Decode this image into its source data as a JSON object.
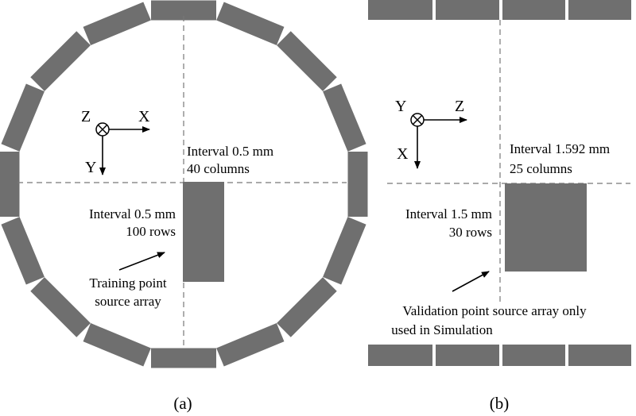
{
  "panel_a": {
    "axes": {
      "out_of_plane": "Z",
      "horizontal": "X",
      "vertical": "Y"
    },
    "col_label": {
      "interval": "Interval 0.5 mm",
      "count": "40 columns"
    },
    "row_label": {
      "interval": "Interval 0.5 mm",
      "count": "100 rows"
    },
    "array_label": {
      "line1": "Training point",
      "line2": "source array"
    },
    "caption": "(a)"
  },
  "panel_b": {
    "axes": {
      "out_of_plane": "Y",
      "horizontal": "Z",
      "vertical": "X"
    },
    "col_label": {
      "interval": "Interval 1.592 mm",
      "count": "25 columns"
    },
    "row_label": {
      "interval": "Interval 1.5 mm",
      "count": "30 rows"
    },
    "array_label": {
      "line1": "Validation point source array only",
      "line2": "used in Simulation"
    },
    "caption": "(b)"
  },
  "colors": {
    "detector": "#6f6f6f",
    "guide": "#777777"
  }
}
